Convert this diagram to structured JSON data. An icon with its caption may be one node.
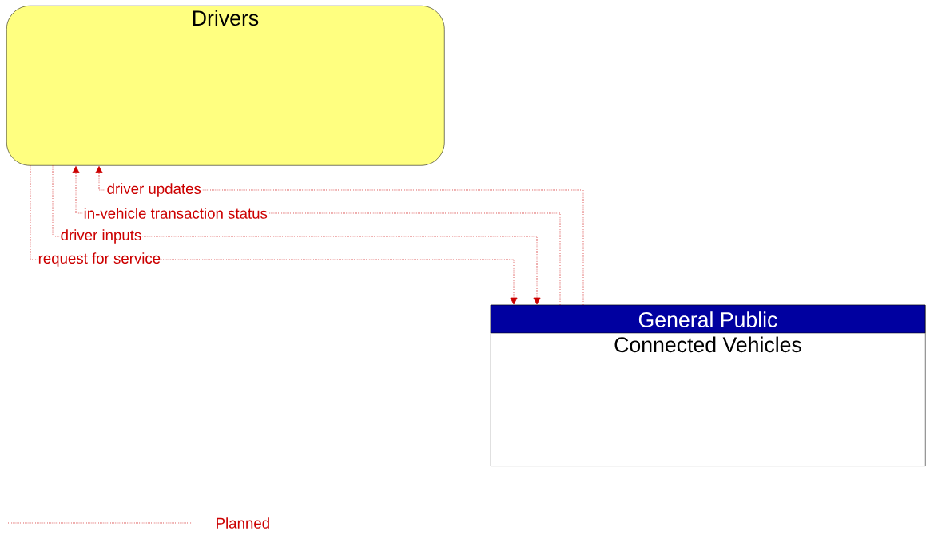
{
  "diagram": {
    "nodes": [
      {
        "text": [
          "Drivers"
        ]
      },
      {
        "text": [
          "General Public",
          "Connected Vehicles"
        ]
      }
    ],
    "edges": [
      {
        "from": 0,
        "to": 1,
        "arrow": "to",
        "label": "request for service",
        "color": "#cc0000"
      },
      {
        "from": 0,
        "to": 1,
        "arrow": "to",
        "label": "driver inputs",
        "color": "#cc0000"
      },
      {
        "from": 1,
        "to": 0,
        "arrow": "to",
        "label": "in-vehicle transaction status",
        "color": "#cc0000"
      },
      {
        "from": 1,
        "to": 0,
        "arrow": "to",
        "label": "driver updates",
        "color": "#cc0000"
      }
    ],
    "legend": [
      {
        "text": "Planned"
      }
    ]
  }
}
